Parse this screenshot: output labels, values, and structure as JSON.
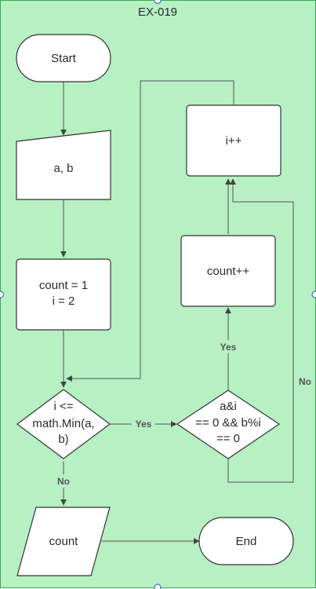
{
  "frame": {
    "title": "EX-019"
  },
  "colors": {
    "background": "#b7f0c3",
    "border": "#35a85a",
    "node_fill": "#ffffff",
    "node_stroke": "#333333",
    "line": "#555555",
    "handle_fill": "#ffffff",
    "handle_stroke": "#4a6bd6"
  },
  "nodes": {
    "start": "Start",
    "input": "a, b",
    "init_line1": "count = 1",
    "init_line2": "i = 2",
    "loop_cond_line1": "i <=",
    "loop_cond_line2": "math.Min(a,",
    "loop_cond_line3": "b)",
    "divides_line1": "a&i",
    "divides_line2": "== 0 && b%i",
    "divides_line3": "== 0",
    "count_inc": "count++",
    "i_inc": "i++",
    "output": "count",
    "end": "End"
  },
  "edge_labels": {
    "loop_yes": "Yes",
    "loop_no": "No",
    "divides_yes": "Yes",
    "divides_no": "No"
  }
}
